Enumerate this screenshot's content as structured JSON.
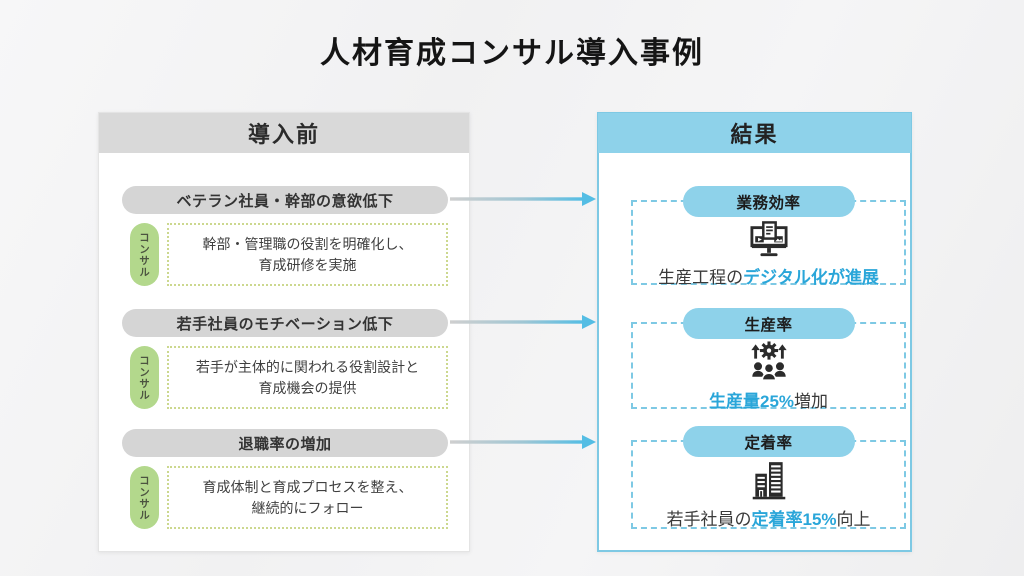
{
  "title": "人材育成コンサル導入事例",
  "colors": {
    "accent_blue": "#8ed2ea",
    "highlight_blue": "#2aa6d9",
    "gray_pill": "#d5d5d5",
    "green_pill": "#b3d88c",
    "dotted_green": "#ccd88f",
    "panel_border_blue": "#7ec9e4"
  },
  "before_panel": {
    "header": "導入前",
    "items": [
      {
        "problem": "ベテラン社員・幹部の意欲低下",
        "consul_label": "コンサル",
        "action_line1": "幹部・管理職の役割を明確化し、",
        "action_line2": "育成研修を実施"
      },
      {
        "problem": "若手社員のモチベーション低下",
        "consul_label": "コンサル",
        "action_line1": "若手が主体的に関われる役割設計と",
        "action_line2": "育成機会の提供"
      },
      {
        "problem": "退職率の増加",
        "consul_label": "コンサル",
        "action_line1": "育成体制と育成プロセスを整え、",
        "action_line2": "継続的にフォロー"
      }
    ]
  },
  "result_panel": {
    "header": "結果",
    "items": [
      {
        "category": "業務効率",
        "icon": "digital-monitor-icon",
        "text_prefix": "生産工程の",
        "text_highlight": "デジタル化が進展",
        "text_suffix": ""
      },
      {
        "category": "生産率",
        "icon": "productivity-people-gear-icon",
        "text_prefix": "",
        "text_highlight": "生産量25%",
        "text_suffix": "増加"
      },
      {
        "category": "定着率",
        "icon": "office-building-icon",
        "text_prefix": "若手社員の",
        "text_highlight": "定着率15%",
        "text_suffix": "向上"
      }
    ]
  }
}
